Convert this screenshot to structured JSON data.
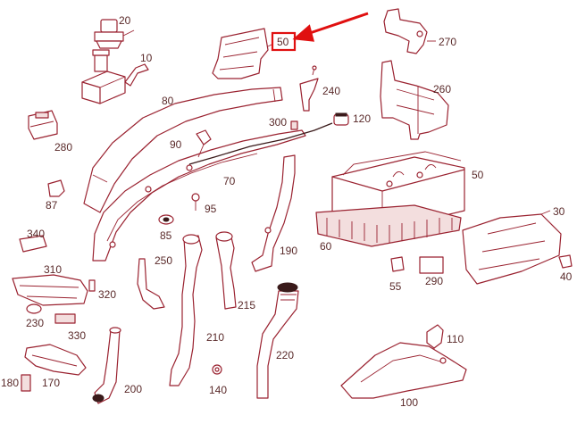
{
  "diagram": {
    "labels": {
      "p20": "20",
      "p10": "10",
      "p80": "80",
      "p50_top": "50",
      "p270": "270",
      "p240": "240",
      "p260": "260",
      "p300": "300",
      "p120": "120",
      "p280": "280",
      "p90": "90",
      "p70": "70",
      "p87": "87",
      "p95": "95",
      "p85": "85",
      "p50_filter": "50",
      "p30": "30",
      "p340": "340",
      "p190": "190",
      "p60": "60",
      "p40": "40",
      "p310": "310",
      "p250": "250",
      "p55": "55",
      "p290": "290",
      "p320": "320",
      "p215": "215",
      "p230": "230",
      "p210": "210",
      "p330": "330",
      "p110": "110",
      "p220": "220",
      "p180": "180",
      "p170": "170",
      "p200": "200",
      "p140": "140",
      "p100": "100"
    },
    "highlight": {
      "label": "50",
      "color": "#e01010"
    },
    "line_color": "#9a2230"
  }
}
